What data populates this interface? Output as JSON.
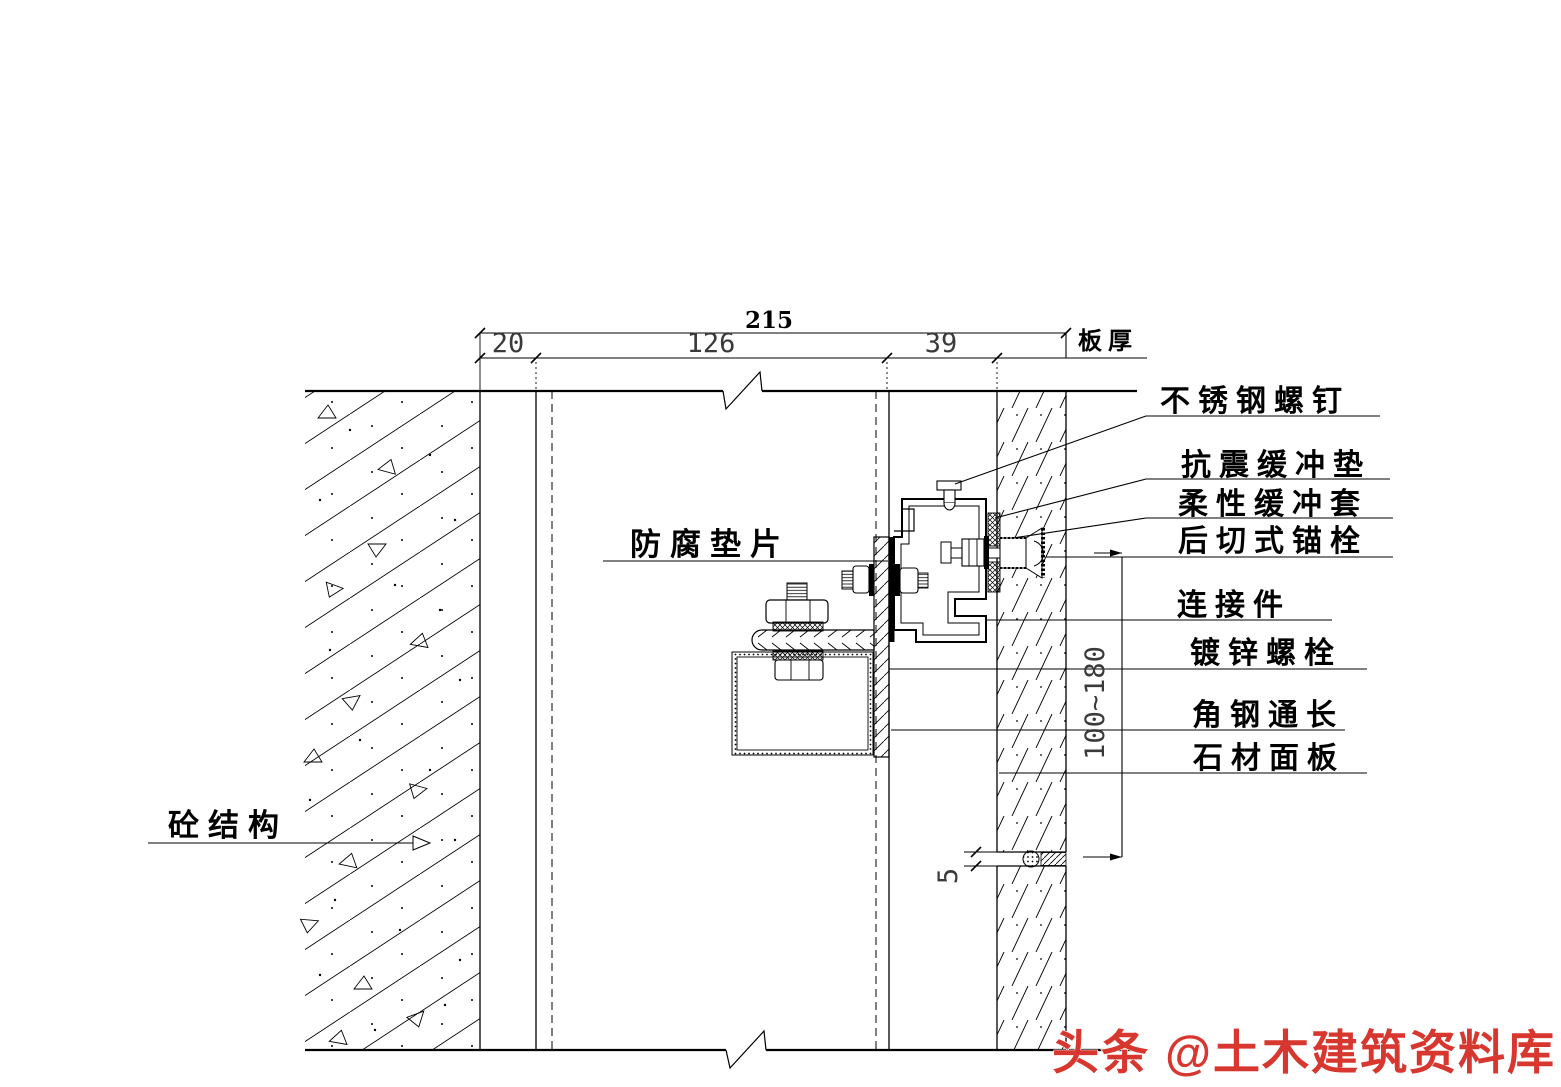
{
  "colors": {
    "line": "#000000",
    "background": "#ffffff",
    "watermark": "#d7372e",
    "dim_number": "#3a3a3a"
  },
  "dimensions": {
    "total": "215",
    "segment_1": "20",
    "segment_2": "126",
    "segment_3": "39",
    "panel_thickness": "板厚",
    "bracket_height_range": "100~180",
    "joint_gap": "5"
  },
  "labels": {
    "stainless_screw": "不锈钢螺钉",
    "seismic_buffer_pad": "抗震缓冲垫",
    "flexible_buffer_sleeve": "柔性缓冲套",
    "undercut_anchor": "后切式锚栓",
    "connector": "连接件",
    "galvanized_bolt": "镀锌螺栓",
    "angle_steel_full_length": "角钢通长",
    "stone_panel": "石材面板",
    "concrete_structure": "砼结构",
    "anticorrosion_gasket": "防腐垫片"
  },
  "watermark": {
    "text": "头条 @土木建筑资料库"
  }
}
